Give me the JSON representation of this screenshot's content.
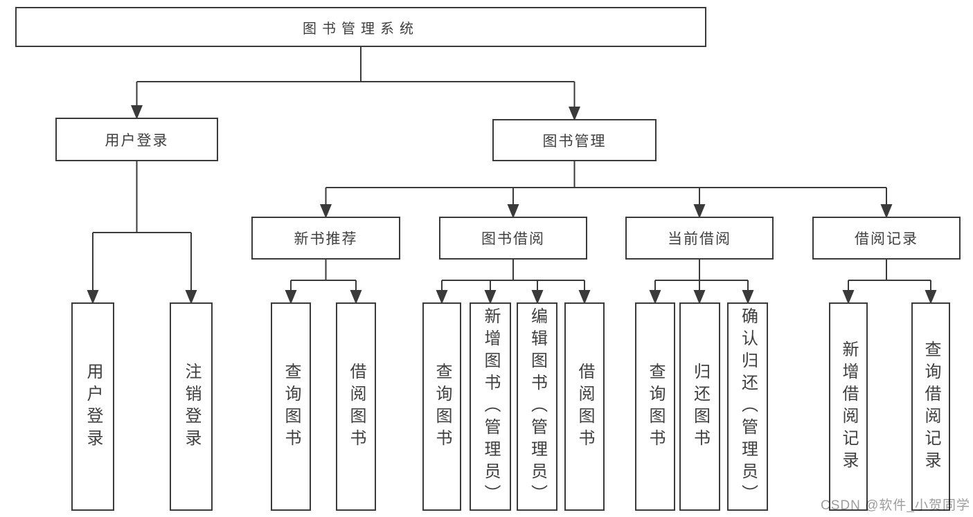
{
  "diagram": {
    "title": "图书管理系统",
    "level2": [
      {
        "label": "用户登录",
        "children": [
          "用户登录",
          "注销登录"
        ]
      },
      {
        "label": "图书管理",
        "children": [
          {
            "label": "新书推荐",
            "children": [
              "查询图书",
              "借阅图书"
            ]
          },
          {
            "label": "图书借阅",
            "children": [
              "查询图书",
              "新增图书（管理员）",
              "编辑图书（管理员）",
              "借阅图书"
            ]
          },
          {
            "label": "当前借阅",
            "children": [
              "查询图书",
              "归还图书",
              "确认归还（管理员）"
            ]
          },
          {
            "label": "借阅记录",
            "children": [
              "新增借阅记录",
              "查询借阅记录"
            ]
          }
        ]
      }
    ]
  },
  "watermark": "CSDN @软件_小贺同学",
  "colors": {
    "line": "#3a3a3a",
    "text": "#3f3f3f",
    "background": "#ffffff",
    "watermark": "#9d9d9d"
  }
}
